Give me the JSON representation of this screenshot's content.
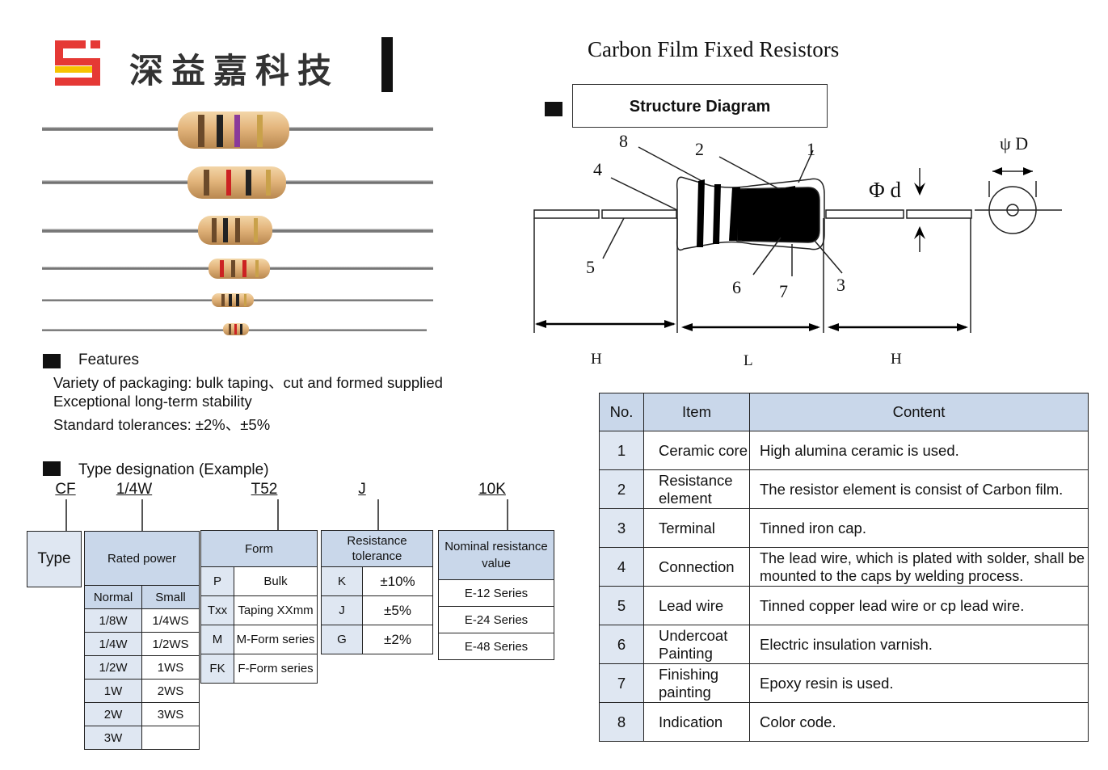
{
  "brand": {
    "name": "深益嘉科技"
  },
  "title": "Carbon Film Fixed Resistors",
  "structure_heading": "Structure Diagram",
  "diagram": {
    "part_numbers": [
      "8",
      "2",
      "1",
      "4",
      "5",
      "6",
      "7",
      "3"
    ],
    "dims": {
      "lead_dia": "Φ d",
      "cap_dia": "ψ D",
      "h_left": "H",
      "l": "L",
      "h_right": "H"
    }
  },
  "features": {
    "heading": "Features",
    "lines": [
      "Variety of packaging: bulk taping、cut and formed supplied",
      "Exceptional long-term stability",
      "Standard tolerances: ±2%、±5%"
    ]
  },
  "type_designation": {
    "heading": "Type designation (Example)",
    "codes": [
      "CF",
      "1/4W",
      "T52",
      "J",
      "10K"
    ],
    "type_label": "Type",
    "rated_power": {
      "header": "Rated power",
      "cols": [
        "Normal",
        "Small"
      ],
      "rows": [
        [
          "1/8W",
          "1/4WS"
        ],
        [
          "1/4W",
          "1/2WS"
        ],
        [
          "1/2W",
          "1WS"
        ],
        [
          "1W",
          "2WS"
        ],
        [
          "2W",
          "3WS"
        ],
        [
          "3W",
          ""
        ]
      ]
    },
    "form": {
      "header": "Form",
      "rows": [
        [
          "P",
          "Bulk"
        ],
        [
          "Txx",
          "Taping XXmm"
        ],
        [
          "M",
          "M-Form series"
        ],
        [
          "FK",
          "F-Form series"
        ]
      ]
    },
    "tolerance": {
      "header_1": "Resistance",
      "header_2": "tolerance",
      "rows": [
        [
          "K",
          "±10%"
        ],
        [
          "J",
          "±5%"
        ],
        [
          "G",
          "±2%"
        ]
      ]
    },
    "nominal": {
      "header_1": "Nominal resistance",
      "header_2": "value",
      "rows": [
        "E-12 Series",
        "E-24 Series",
        "E-48 Series"
      ]
    }
  },
  "parts_table": {
    "headers": [
      "No.",
      "Item",
      "Content"
    ],
    "rows": [
      {
        "no": "1",
        "item": "Ceramic core",
        "content": "High alumina ceramic is used."
      },
      {
        "no": "2",
        "item": "Resistance element",
        "content": "The resistor element is consist of Carbon film."
      },
      {
        "no": "3",
        "item": "Terminal",
        "content": " Tinned iron cap."
      },
      {
        "no": "4",
        "item": "Connection",
        "content": "The lead wire, which is plated with solder, shall be mounted to the caps by welding process."
      },
      {
        "no": "5",
        "item": "Lead wire",
        "content": "Tinned copper lead wire or cp lead wire."
      },
      {
        "no": "6",
        "item": "Undercoat Painting",
        "content": "Electric insulation varnish."
      },
      {
        "no": "7",
        "item": "Finishing painting",
        "content": "Epoxy resin is used."
      },
      {
        "no": "8",
        "item": "Indication",
        "content": "Color code."
      }
    ]
  }
}
